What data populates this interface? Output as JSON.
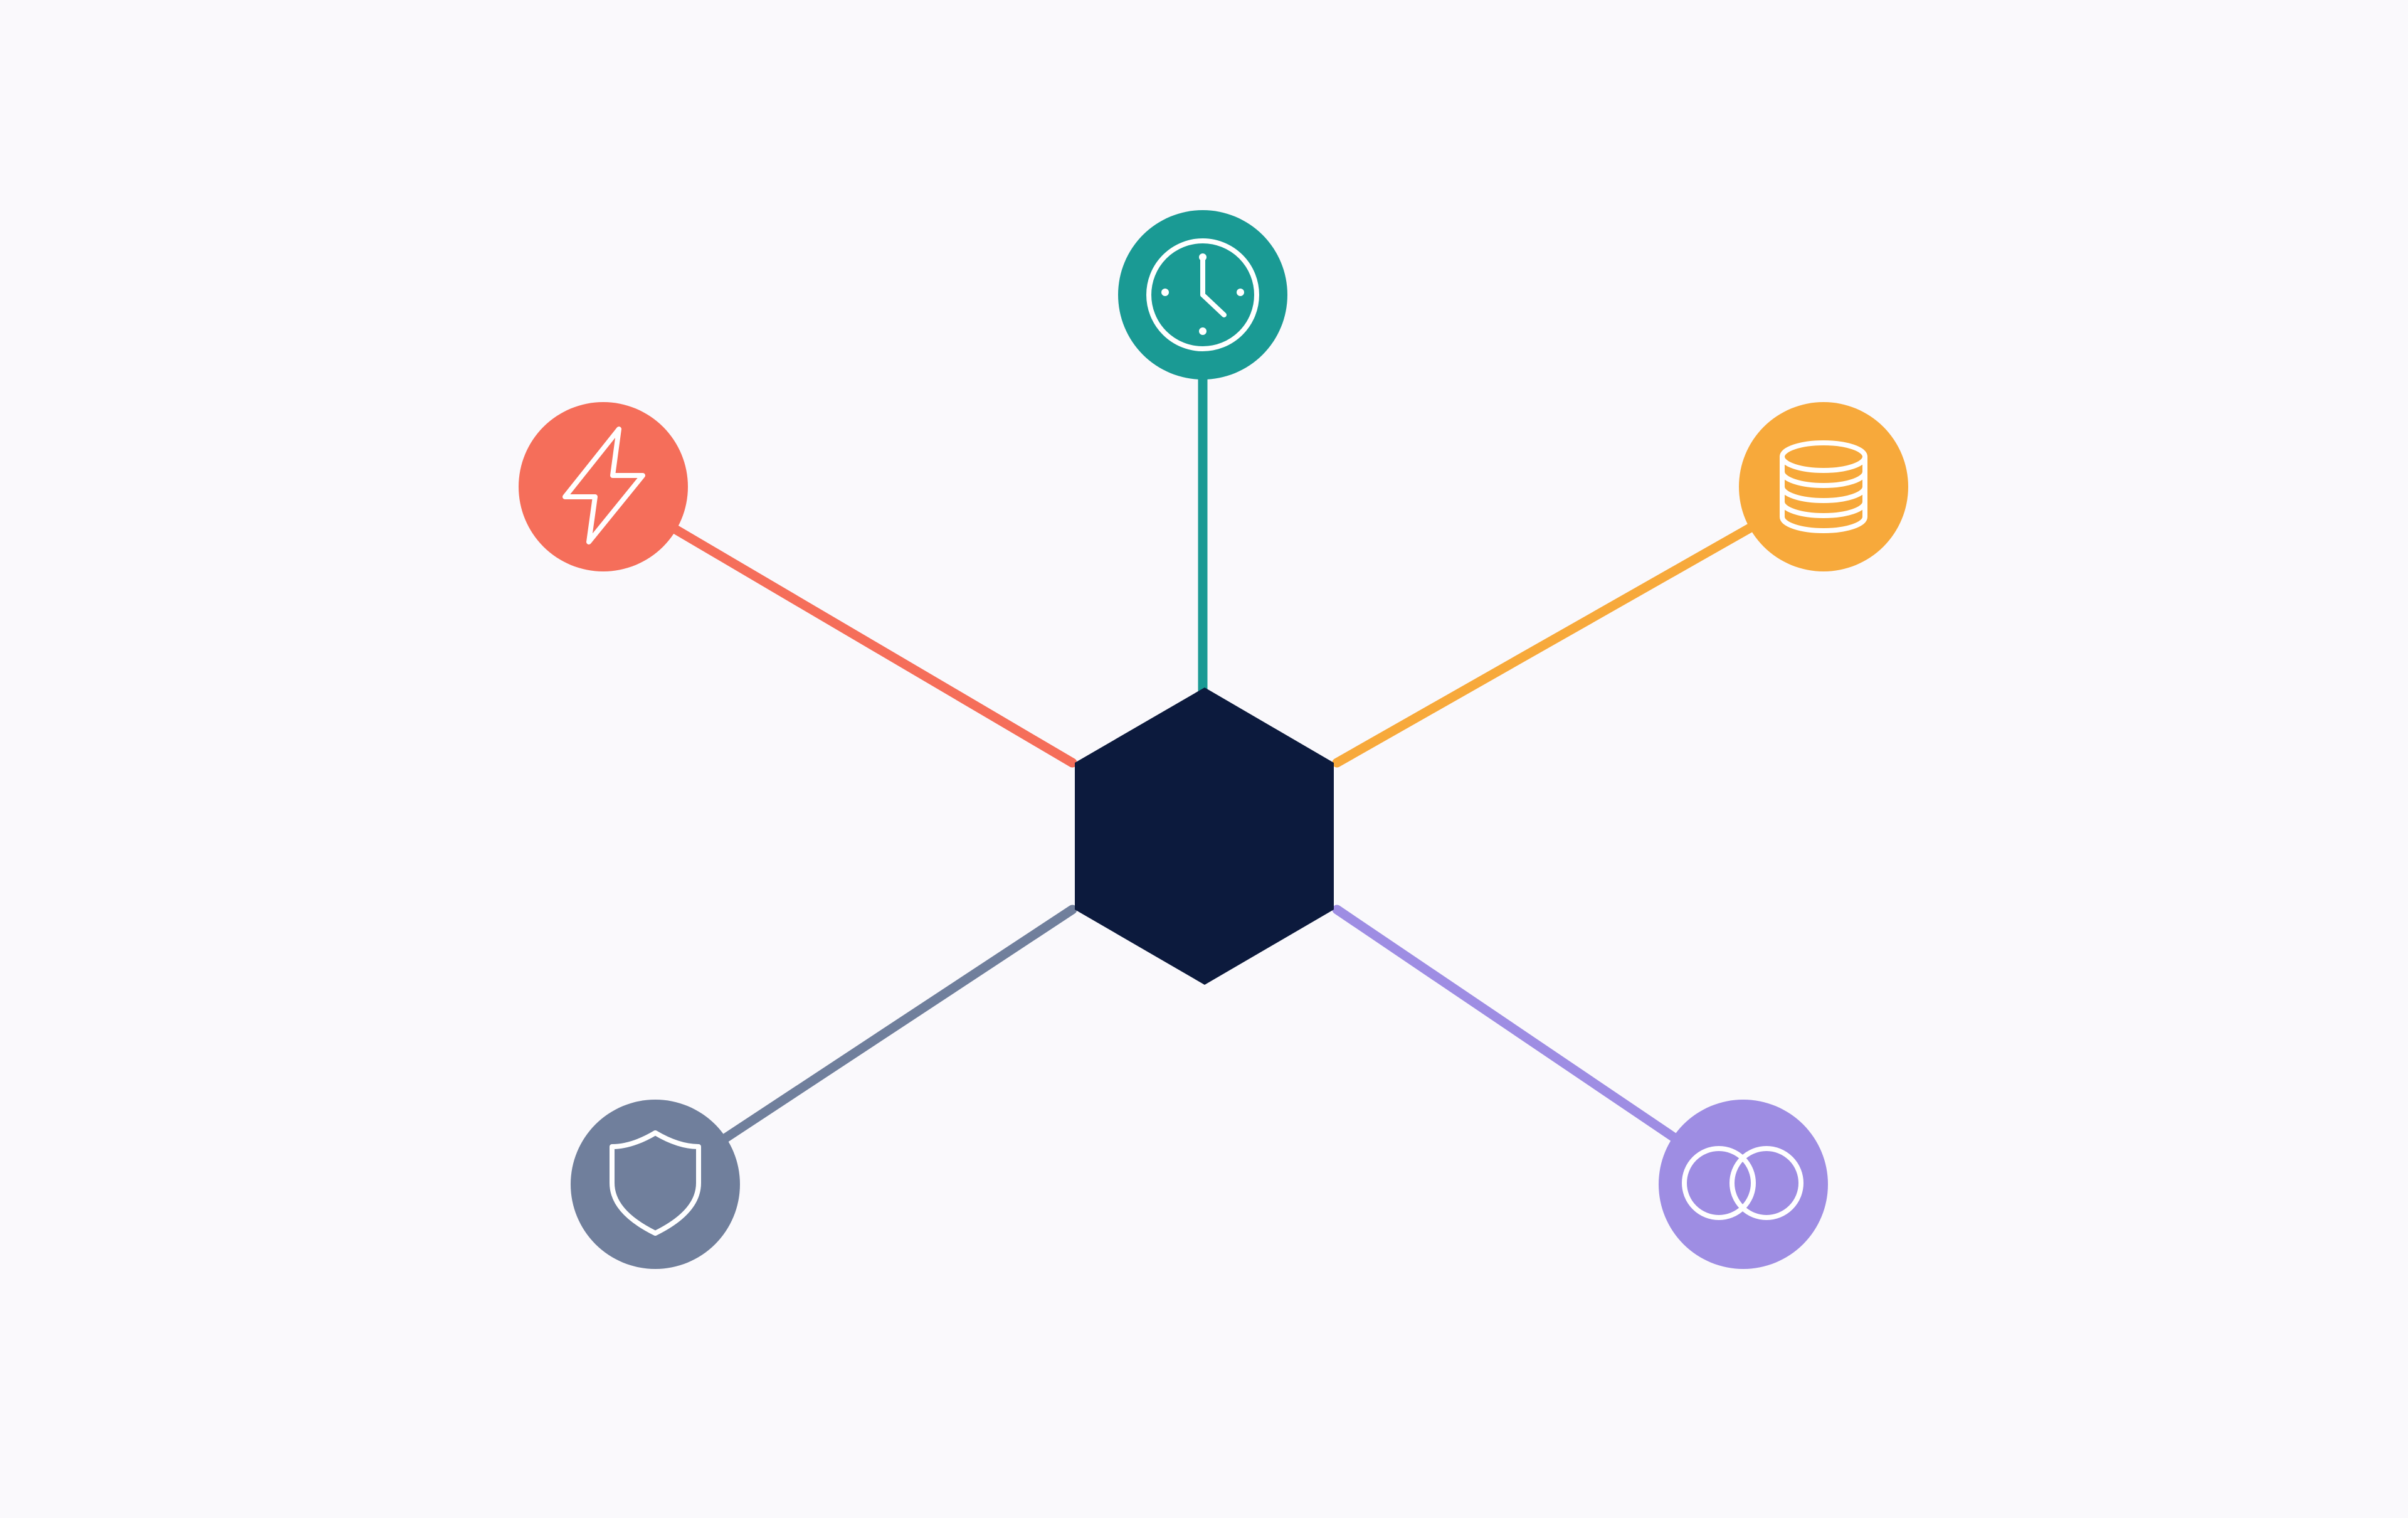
{
  "diagram": {
    "background": "#FAF9FC",
    "hub": {
      "shape": "hexagon",
      "color": "#0C1A3D"
    },
    "nodes": [
      {
        "id": "time",
        "icon": "clock-icon",
        "color": "#1A9A94"
      },
      {
        "id": "energy",
        "icon": "lightning-bolt-icon",
        "color": "#F56E5A"
      },
      {
        "id": "data",
        "icon": "database-stack-icon",
        "color": "#F7A93B"
      },
      {
        "id": "security",
        "icon": "shield-icon",
        "color": "#707F9C"
      },
      {
        "id": "overlap",
        "icon": "overlapping-circles-icon",
        "color": "#9E8DE3"
      }
    ],
    "icon_stroke_color": "#FFFFFF"
  }
}
